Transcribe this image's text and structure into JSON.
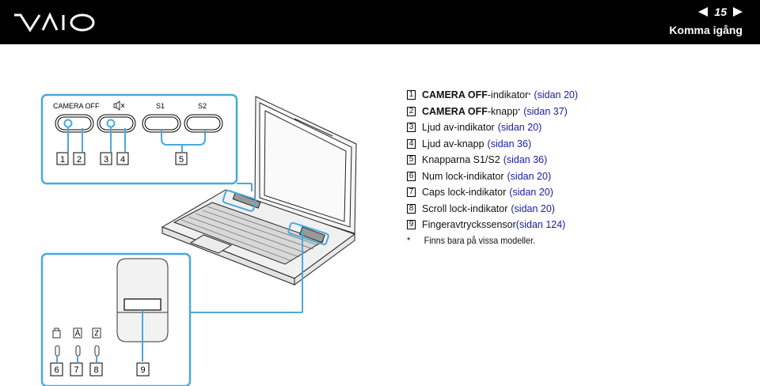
{
  "header": {
    "logo": "VAIO",
    "page_number": "15",
    "section_title": "Komma igång"
  },
  "panel_labels": {
    "camera_off": "CAMERA OFF",
    "s1": "S1",
    "s2": "S2"
  },
  "callouts": [
    "1",
    "2",
    "3",
    "4",
    "5",
    "6",
    "7",
    "8",
    "9"
  ],
  "legend": [
    {
      "num": "1",
      "bold": "CAMERA OFF",
      "text": "-indikator",
      "star": "*",
      "ref": "(sidan 20)"
    },
    {
      "num": "2",
      "bold": "CAMERA OFF",
      "text": "-knapp",
      "star": "*",
      "ref": "(sidan 37)"
    },
    {
      "num": "3",
      "bold": "",
      "text": "Ljud av-indikator",
      "star": "",
      "ref": "(sidan 20)"
    },
    {
      "num": "4",
      "bold": "",
      "text": "Ljud av-knapp",
      "star": "",
      "ref": "(sidan 36)"
    },
    {
      "num": "5",
      "bold": "",
      "text": "Knapparna S1/S2",
      "star": "",
      "ref": "(sidan 36)"
    },
    {
      "num": "6",
      "bold": "",
      "text": "Num lock-indikator",
      "star": "",
      "ref": "(sidan 20)"
    },
    {
      "num": "7",
      "bold": "",
      "text": "Caps lock-indikator",
      "star": "",
      "ref": "(sidan 20)"
    },
    {
      "num": "8",
      "bold": "",
      "text": "Scroll lock-indikator",
      "star": "",
      "ref": "(sidan 20)"
    },
    {
      "num": "9",
      "bold": "",
      "text": "Fingeravtryckssensor",
      "star": "",
      "ref": "(sidan 124)"
    }
  ],
  "footnote": {
    "marker": "*",
    "text": "Finns bara på vissa modeller."
  },
  "colors": {
    "callout_frame": "#4aa8dc",
    "header_bg": "#000000",
    "ref_link": "#1a1aa6"
  }
}
